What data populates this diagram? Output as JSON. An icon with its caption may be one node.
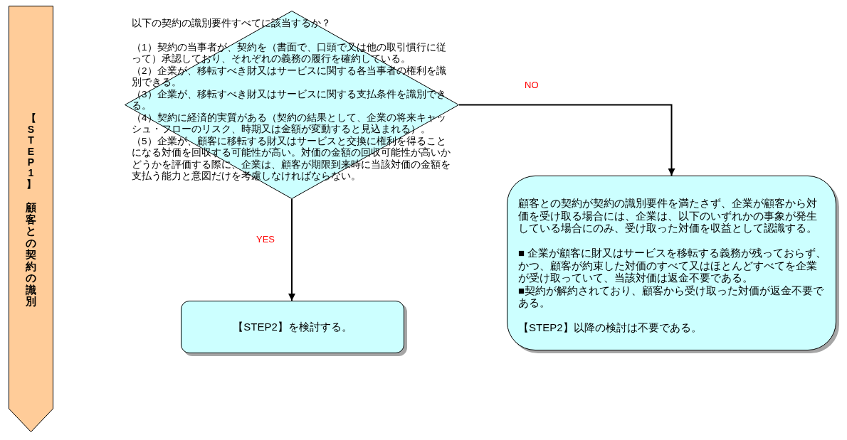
{
  "diagram": {
    "nodes": [
      {
        "text": [
          "【STEP1】",
          "顧客との契約の識別"
        ]
      },
      {
        "text": [
          "以下の契約の識別要件すべてに該当するか？",
          "（1）契約の当事者が、契約を（書面で、口頭で又は他の取引慣行に従って）承認しており、それぞれの義務の履行を確約している。",
          "（2）企業が、移転すべき財又はサービスに関する各当事者の権利を識別できる。",
          "（3）企業が、移転すべき財又はサービスに関する支払条件を識別できる。",
          "（4）契約に経済的実質がある（契約の結果として、企業の将来キャッシュ・フローのリスク、時期又は金額が変動すると見込まれる）。",
          "（5）企業が、顧客に移転する財又はサービスと交換に権利を得ることになる対価を回収する可能性が高い。対価の金額の回収可能性が高いかどうかを評価する際に、企業は、顧客が期限到来時に当該対価の金額を支払う能力と意図だけを考慮しなければならない。"
        ]
      },
      {
        "text": [
          "【STEP2】を検討する。"
        ]
      },
      {
        "text": [
          "顧客との契約が契約の識別要件を満たさず、企業が顧客から対価を受け取る場合には、企業は、以下のいずれかの事象が発生している場合にのみ、受け取った対価を収益として認識する。",
          "■ 企業が顧客に財又はサービスを移転する義務が残っておらず、かつ、顧客が約束した対価のすべて又はほとんどすべてを企業が受け取っていて、当該対価は返金不要である。",
          "■契約が解約されており、顧客から受け取った対価が返金不要である。",
          "【STEP2】以降の検討は不要である。"
        ]
      }
    ],
    "edges": [
      {
        "from": 1,
        "to": 2,
        "arrow": "to",
        "label": "YES"
      },
      {
        "from": 1,
        "to": 3,
        "arrow": "to",
        "label": "NO"
      }
    ]
  }
}
